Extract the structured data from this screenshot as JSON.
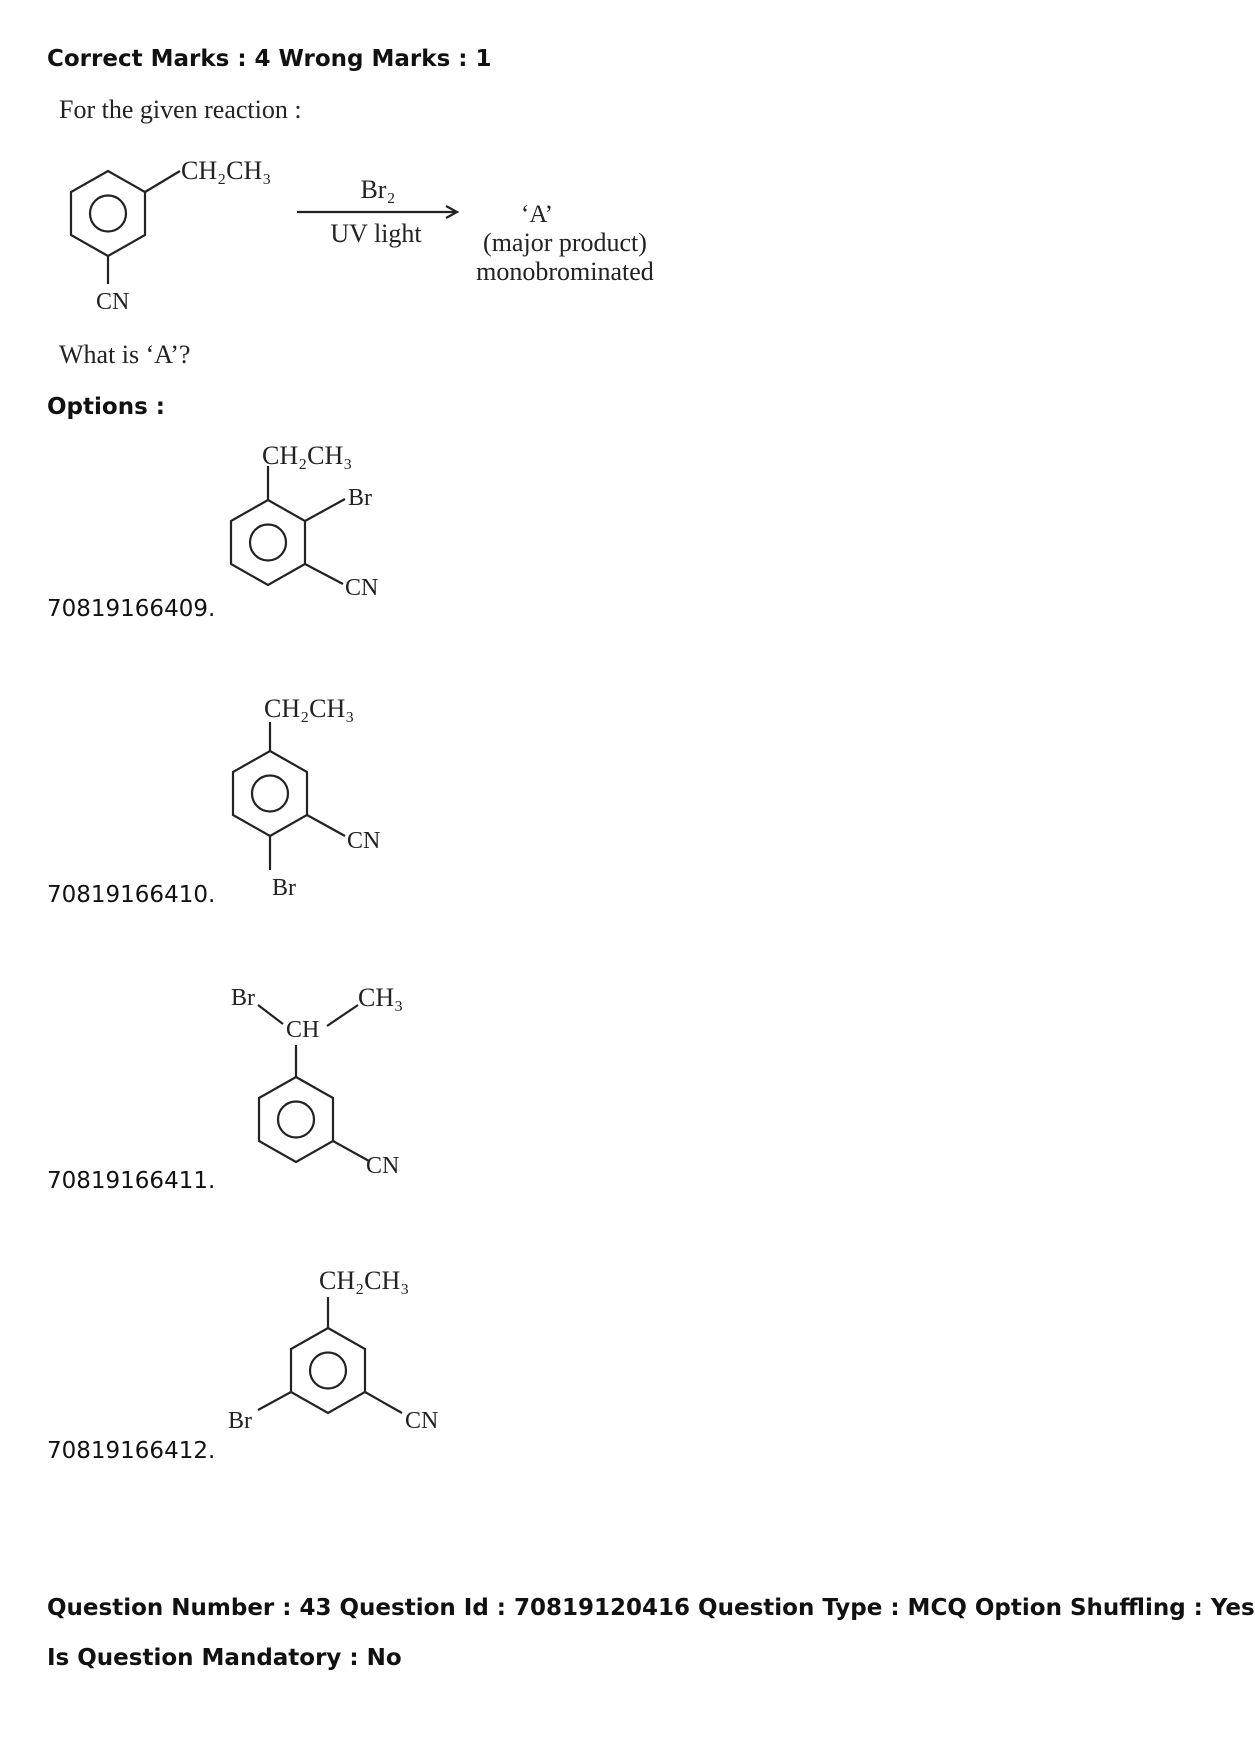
{
  "marks_line": "Correct Marks : 4 Wrong Marks : 1",
  "question": {
    "intro": "For the given reaction :",
    "reactant": {
      "substituent_top": "CH₂CH₃",
      "substituent_bottom": "CN"
    },
    "reagent_top": "Br₂",
    "reagent_bottom": "UV light",
    "product_label": "‘A’",
    "product_note1": "(major product)",
    "product_note2": "monobrominated",
    "ask": "What is ‘A’?"
  },
  "options_label": "Options :",
  "options": [
    {
      "id": "70819166409.",
      "labels": [
        "CH₂CH₃",
        "Br",
        "CN"
      ]
    },
    {
      "id": "70819166410.",
      "labels": [
        "CH₂CH₃",
        "CN",
        "Br"
      ]
    },
    {
      "id": "70819166411.",
      "labels": [
        "Br",
        "CH",
        "CH₃",
        "CN"
      ]
    },
    {
      "id": "70819166412.",
      "labels": [
        "CH₂CH₃",
        "Br",
        "CN"
      ]
    }
  ],
  "footer": {
    "line1": "Question Number : 43 Question Id : 70819120416 Question Type : MCQ Option Shuffling : Yes",
    "line2": "Is Question Mandatory : No"
  }
}
